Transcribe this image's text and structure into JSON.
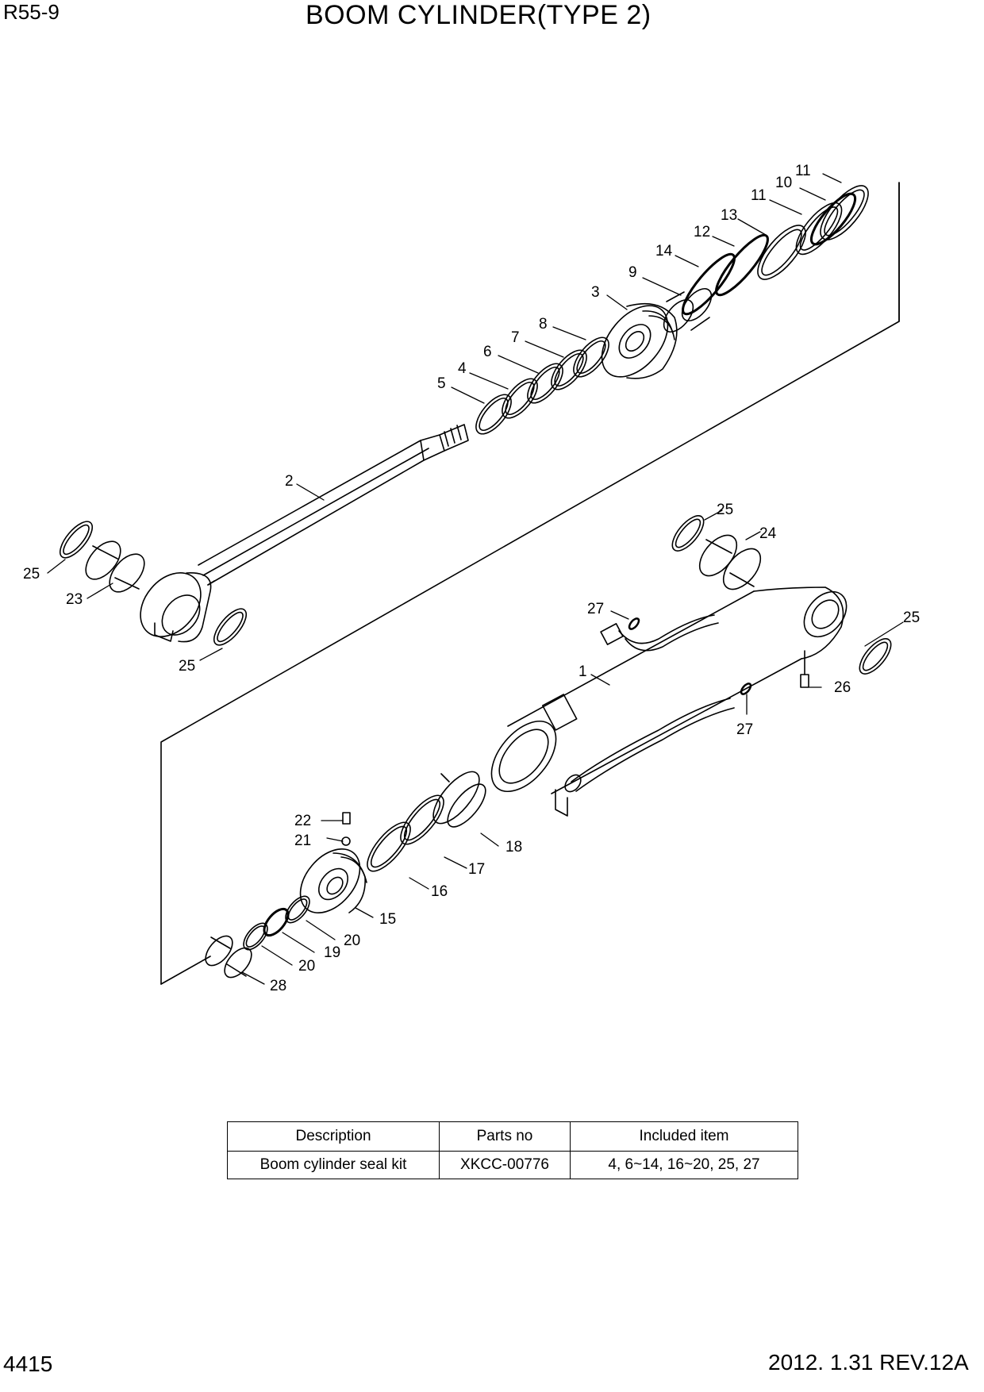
{
  "header": {
    "model": "R55-9",
    "title": "BOOM CYLINDER(TYPE 2)"
  },
  "footer": {
    "page_number": "4415",
    "revision": "2012. 1.31 REV.12A"
  },
  "diagram": {
    "callouts": [
      {
        "id": "c11a",
        "text": "11"
      },
      {
        "id": "c10",
        "text": "10"
      },
      {
        "id": "c11b",
        "text": "11"
      },
      {
        "id": "c13",
        "text": "13"
      },
      {
        "id": "c12",
        "text": "12"
      },
      {
        "id": "c14",
        "text": "14"
      },
      {
        "id": "c9",
        "text": "9"
      },
      {
        "id": "c3",
        "text": "3"
      },
      {
        "id": "c8",
        "text": "8"
      },
      {
        "id": "c7",
        "text": "7"
      },
      {
        "id": "c6",
        "text": "6"
      },
      {
        "id": "c4",
        "text": "4"
      },
      {
        "id": "c5",
        "text": "5"
      },
      {
        "id": "c2",
        "text": "2"
      },
      {
        "id": "c25a",
        "text": "25"
      },
      {
        "id": "c23",
        "text": "23"
      },
      {
        "id": "c25b",
        "text": "25"
      },
      {
        "id": "c25c",
        "text": "25"
      },
      {
        "id": "c24",
        "text": "24"
      },
      {
        "id": "c27a",
        "text": "27"
      },
      {
        "id": "c25d",
        "text": "25"
      },
      {
        "id": "c1",
        "text": "1"
      },
      {
        "id": "c26",
        "text": "26"
      },
      {
        "id": "c27b",
        "text": "27"
      },
      {
        "id": "c22",
        "text": "22"
      },
      {
        "id": "c21",
        "text": "21"
      },
      {
        "id": "c18",
        "text": "18"
      },
      {
        "id": "c17",
        "text": "17"
      },
      {
        "id": "c16",
        "text": "16"
      },
      {
        "id": "c15",
        "text": "15"
      },
      {
        "id": "c20a",
        "text": "20"
      },
      {
        "id": "c19",
        "text": "19"
      },
      {
        "id": "c20b",
        "text": "20"
      },
      {
        "id": "c28",
        "text": "28"
      }
    ]
  },
  "kit_table": {
    "headers": {
      "description": "Description",
      "parts_no": "Parts no",
      "included_item": "Included item"
    },
    "rows": [
      {
        "description": "Boom cylinder seal kit",
        "parts_no": "XKCC-00776",
        "included_item": "4, 6~14, 16~20, 25, 27"
      }
    ]
  }
}
